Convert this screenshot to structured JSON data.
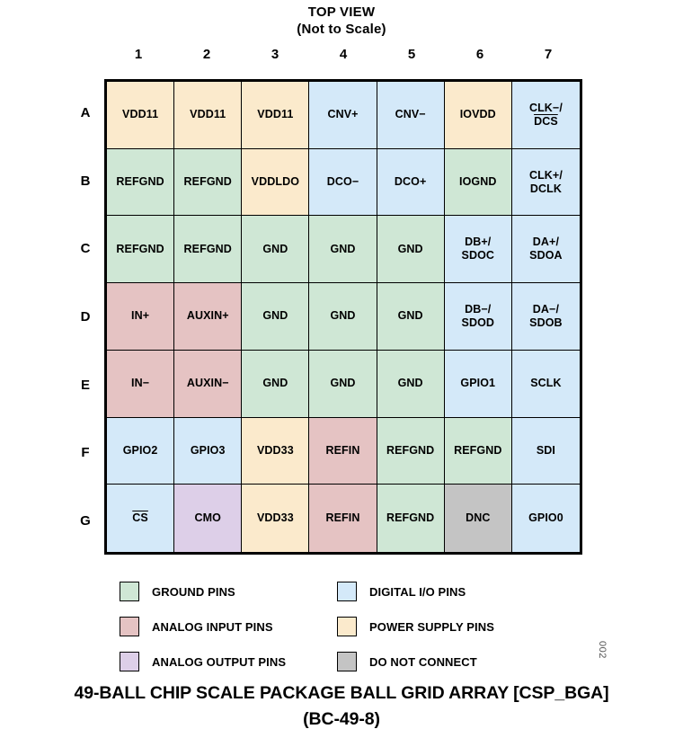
{
  "view_title": {
    "line1": "TOP VIEW",
    "line2": "(Not to Scale)"
  },
  "grid": {
    "column_headers": [
      "1",
      "2",
      "3",
      "4",
      "5",
      "6",
      "7"
    ],
    "row_headers": [
      "A",
      "B",
      "C",
      "D",
      "E",
      "F",
      "G"
    ],
    "colors": {
      "ground": "#cfe7d5",
      "digital_io": "#d4e9f9",
      "analog_input": "#e5c3c3",
      "power_supply": "#fbeacc",
      "analog_output": "#ddcfe8",
      "do_not_connect": "#c4c4c4"
    },
    "cells": [
      [
        {
          "lines": [
            "VDD11"
          ],
          "overline": [
            false
          ],
          "type": "power_supply"
        },
        {
          "lines": [
            "VDD11"
          ],
          "overline": [
            false
          ],
          "type": "power_supply"
        },
        {
          "lines": [
            "VDD11"
          ],
          "overline": [
            false
          ],
          "type": "power_supply"
        },
        {
          "lines": [
            "CNV+"
          ],
          "overline": [
            false
          ],
          "type": "digital_io"
        },
        {
          "lines": [
            "CNV−"
          ],
          "overline": [
            false
          ],
          "type": "digital_io"
        },
        {
          "lines": [
            "IOVDD"
          ],
          "overline": [
            false
          ],
          "type": "power_supply"
        },
        {
          "lines": [
            "CLK−/",
            "DCS"
          ],
          "overline": [
            false,
            true
          ],
          "type": "digital_io"
        }
      ],
      [
        {
          "lines": [
            "REFGND"
          ],
          "overline": [
            false
          ],
          "type": "ground"
        },
        {
          "lines": [
            "REFGND"
          ],
          "overline": [
            false
          ],
          "type": "ground"
        },
        {
          "lines": [
            "VDDLDO"
          ],
          "overline": [
            false
          ],
          "type": "power_supply"
        },
        {
          "lines": [
            "DCO−"
          ],
          "overline": [
            false
          ],
          "type": "digital_io"
        },
        {
          "lines": [
            "DCO+"
          ],
          "overline": [
            false
          ],
          "type": "digital_io"
        },
        {
          "lines": [
            "IOGND"
          ],
          "overline": [
            false
          ],
          "type": "ground"
        },
        {
          "lines": [
            "CLK+/",
            "DCLK"
          ],
          "overline": [
            false,
            false
          ],
          "type": "digital_io"
        }
      ],
      [
        {
          "lines": [
            "REFGND"
          ],
          "overline": [
            false
          ],
          "type": "ground"
        },
        {
          "lines": [
            "REFGND"
          ],
          "overline": [
            false
          ],
          "type": "ground"
        },
        {
          "lines": [
            "GND"
          ],
          "overline": [
            false
          ],
          "type": "ground"
        },
        {
          "lines": [
            "GND"
          ],
          "overline": [
            false
          ],
          "type": "ground"
        },
        {
          "lines": [
            "GND"
          ],
          "overline": [
            false
          ],
          "type": "ground"
        },
        {
          "lines": [
            "DB+/",
            "SDOC"
          ],
          "overline": [
            false,
            false
          ],
          "type": "digital_io"
        },
        {
          "lines": [
            "DA+/",
            "SDOA"
          ],
          "overline": [
            false,
            false
          ],
          "type": "digital_io"
        }
      ],
      [
        {
          "lines": [
            "IN+"
          ],
          "overline": [
            false
          ],
          "type": "analog_input"
        },
        {
          "lines": [
            "AUXIN+"
          ],
          "overline": [
            false
          ],
          "type": "analog_input"
        },
        {
          "lines": [
            "GND"
          ],
          "overline": [
            false
          ],
          "type": "ground"
        },
        {
          "lines": [
            "GND"
          ],
          "overline": [
            false
          ],
          "type": "ground"
        },
        {
          "lines": [
            "GND"
          ],
          "overline": [
            false
          ],
          "type": "ground"
        },
        {
          "lines": [
            "DB−/",
            "SDOD"
          ],
          "overline": [
            false,
            false
          ],
          "type": "digital_io"
        },
        {
          "lines": [
            "DA−/",
            "SDOB"
          ],
          "overline": [
            false,
            false
          ],
          "type": "digital_io"
        }
      ],
      [
        {
          "lines": [
            "IN−"
          ],
          "overline": [
            false
          ],
          "type": "analog_input"
        },
        {
          "lines": [
            "AUXIN−"
          ],
          "overline": [
            false
          ],
          "type": "analog_input"
        },
        {
          "lines": [
            "GND"
          ],
          "overline": [
            false
          ],
          "type": "ground"
        },
        {
          "lines": [
            "GND"
          ],
          "overline": [
            false
          ],
          "type": "ground"
        },
        {
          "lines": [
            "GND"
          ],
          "overline": [
            false
          ],
          "type": "ground"
        },
        {
          "lines": [
            "GPIO1"
          ],
          "overline": [
            false
          ],
          "type": "digital_io"
        },
        {
          "lines": [
            "SCLK"
          ],
          "overline": [
            false
          ],
          "type": "digital_io"
        }
      ],
      [
        {
          "lines": [
            "GPIO2"
          ],
          "overline": [
            false
          ],
          "type": "digital_io"
        },
        {
          "lines": [
            "GPIO3"
          ],
          "overline": [
            false
          ],
          "type": "digital_io"
        },
        {
          "lines": [
            "VDD33"
          ],
          "overline": [
            false
          ],
          "type": "power_supply"
        },
        {
          "lines": [
            "REFIN"
          ],
          "overline": [
            false
          ],
          "type": "analog_input"
        },
        {
          "lines": [
            "REFGND"
          ],
          "overline": [
            false
          ],
          "type": "ground"
        },
        {
          "lines": [
            "REFGND"
          ],
          "overline": [
            false
          ],
          "type": "ground"
        },
        {
          "lines": [
            "SDI"
          ],
          "overline": [
            false
          ],
          "type": "digital_io"
        }
      ],
      [
        {
          "lines": [
            "CS"
          ],
          "overline": [
            true
          ],
          "type": "digital_io"
        },
        {
          "lines": [
            "CMO"
          ],
          "overline": [
            false
          ],
          "type": "analog_output"
        },
        {
          "lines": [
            "VDD33"
          ],
          "overline": [
            false
          ],
          "type": "power_supply"
        },
        {
          "lines": [
            "REFIN"
          ],
          "overline": [
            false
          ],
          "type": "analog_input"
        },
        {
          "lines": [
            "REFGND"
          ],
          "overline": [
            false
          ],
          "type": "ground"
        },
        {
          "lines": [
            "DNC"
          ],
          "overline": [
            false
          ],
          "type": "do_not_connect"
        },
        {
          "lines": [
            "GPIO0"
          ],
          "overline": [
            false
          ],
          "type": "digital_io"
        }
      ]
    ]
  },
  "legend": [
    {
      "label": "GROUND PINS",
      "type": "ground",
      "col": 0,
      "row": 0
    },
    {
      "label": "ANALOG INPUT PINS",
      "type": "analog_input",
      "col": 0,
      "row": 1
    },
    {
      "label": "ANALOG OUTPUT PINS",
      "type": "analog_output",
      "col": 0,
      "row": 2
    },
    {
      "label": "DIGITAL I/O PINS",
      "type": "digital_io",
      "col": 1,
      "row": 0
    },
    {
      "label": "POWER SUPPLY PINS",
      "type": "power_supply",
      "col": 1,
      "row": 1
    },
    {
      "label": "DO NOT CONNECT",
      "type": "do_not_connect",
      "col": 1,
      "row": 2
    }
  ],
  "figure_id": "002",
  "caption": {
    "line1": "49-BALL CHIP SCALE PACKAGE BALL GRID ARRAY [CSP_BGA]",
    "line2": "(BC-49-8)"
  }
}
